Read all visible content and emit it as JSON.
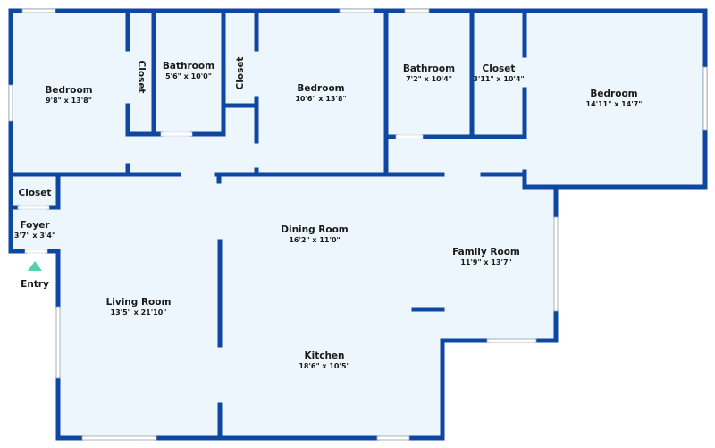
{
  "colors": {
    "wall": "#0d47a1",
    "floor": "#eef6fd",
    "entry_marker": "#4fd1b0"
  },
  "rooms": {
    "bedroom1": {
      "name": "Bedroom",
      "dims": "9'8\" x 13'8\""
    },
    "closet1": {
      "name": "Closet"
    },
    "bathroom1": {
      "name": "Bathroom",
      "dims": "5'6\" x 10'0\""
    },
    "closet2": {
      "name": "Closet"
    },
    "bedroom2": {
      "name": "Bedroom",
      "dims": "10'6\" x 13'8\""
    },
    "bathroom2": {
      "name": "Bathroom",
      "dims": "7'2\" x 10'4\""
    },
    "closet3": {
      "name": "Closet",
      "dims": "3'11\" x 10'4\""
    },
    "bedroom3": {
      "name": "Bedroom",
      "dims": "14'11\" x 14'7\""
    },
    "closet4": {
      "name": "Closet"
    },
    "foyer": {
      "name": "Foyer",
      "dims": "3'7\" x 3'4\""
    },
    "dining": {
      "name": "Dining Room",
      "dims": "16'2\" x 11'0\""
    },
    "family": {
      "name": "Family Room",
      "dims": "11'9\" x 13'7\""
    },
    "living": {
      "name": "Living Room",
      "dims": "13'5\" x 21'10\""
    },
    "kitchen": {
      "name": "Kitchen",
      "dims": "18'6\" x 10'5\""
    }
  },
  "entry": {
    "label": "Entry",
    "icon": "triangle-up-icon"
  }
}
